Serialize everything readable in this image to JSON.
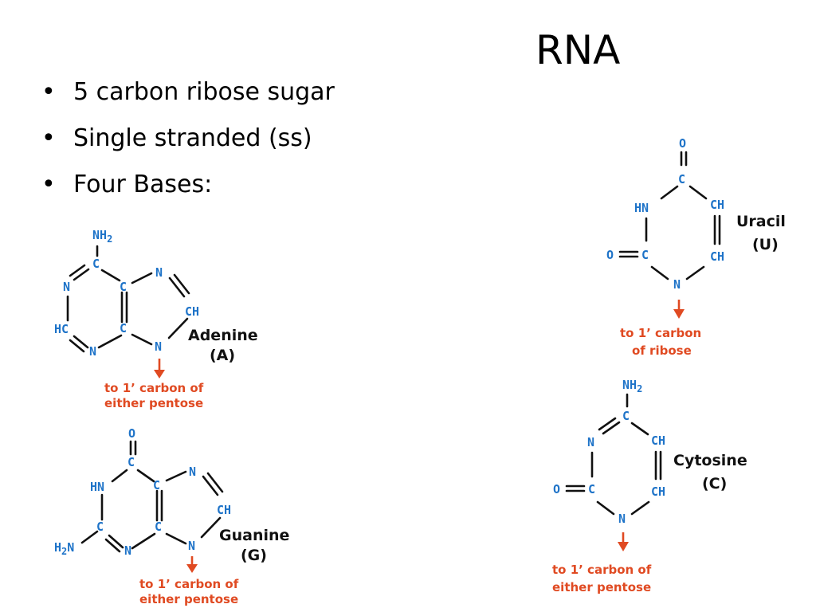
{
  "slide": {
    "title": "RNA",
    "bullets": [
      "5 carbon ribose sugar",
      "Single stranded (ss)",
      "Four Bases:"
    ]
  },
  "bases": {
    "adenine": {
      "name": "Adenine",
      "symbol": "(A)",
      "note_line1": "to 1’ carbon of",
      "note_line2": "either pentose",
      "atoms": {
        "nh2": "NH",
        "nh2_sub": "2",
        "c_top": "C",
        "n_left": "N",
        "c_mid1": "C",
        "n_5ring_top": "N",
        "ch_5ring": "CH",
        "hc": "HC",
        "c_mid2": "C",
        "n_bottom": "N",
        "n9": "N"
      }
    },
    "guanine": {
      "name": "Guanine",
      "symbol": "(G)",
      "note_line1": "to 1’ carbon of",
      "note_line2": "either pentose",
      "atoms": {
        "o_top": "O",
        "c_top": "C",
        "hn": "HN",
        "c_mid1": "C",
        "n_5ring_top": "N",
        "ch_5ring": "CH",
        "c_left": "C",
        "h2n": "H",
        "h2n_sub": "2",
        "h2n_n": "N",
        "n_bottom": "N",
        "c_mid2": "C",
        "n9": "N"
      }
    },
    "uracil": {
      "name": "Uracil",
      "symbol": "(U)",
      "note_line1": "to 1’ carbon",
      "note_line2": "of ribose",
      "atoms": {
        "o_top": "O",
        "c_top": "C",
        "hn": "HN",
        "ch_top": "CH",
        "o_left": "O",
        "c_left": "C",
        "ch_bottom": "CH",
        "n_bottom": "N"
      }
    },
    "cytosine": {
      "name": "Cytosine",
      "symbol": "(C)",
      "note_line1": "to 1’ carbon of",
      "note_line2": "either pentose",
      "atoms": {
        "nh2": "NH",
        "nh2_sub": "2",
        "c_top": "C",
        "n_left": "N",
        "ch_top": "CH",
        "o_left": "O",
        "c_left": "C",
        "ch_bottom": "CH",
        "n_bottom": "N"
      }
    }
  },
  "colors": {
    "atom": "#1e73c8",
    "note": "#e04a22",
    "bond": "#111111"
  }
}
